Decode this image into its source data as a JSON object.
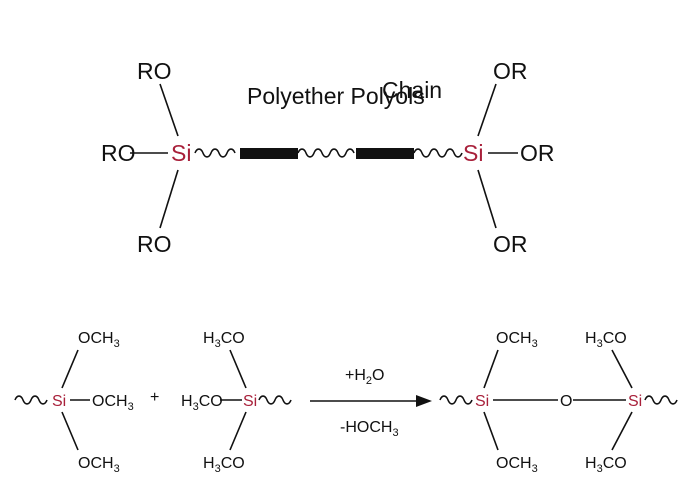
{
  "colors": {
    "silicon": "#a8203a",
    "ink": "#111111",
    "background": "#ffffff"
  },
  "top": {
    "chain_label": "Polyether Polyols",
    "chain_label_2": "Chain",
    "silicon": "Si",
    "left_groups": {
      "top": "RO",
      "side": "RO",
      "bottom": "RO"
    },
    "right_groups": {
      "top": "OR",
      "side": "OR",
      "bottom": "OR"
    }
  },
  "reaction": {
    "silicon": "Si",
    "plus": "+",
    "reagent_1": {
      "top": "OCH3",
      "right": "OCH3",
      "bottom": "OCH3"
    },
    "reagent_2": {
      "top": "H3CO",
      "left": "H3CO",
      "bottom": "H3CO"
    },
    "arrow_above": "+H2O",
    "arrow_below": "-HOCH3",
    "product": {
      "bridge": "O",
      "left_top": "OCH3",
      "left_bottom": "OCH3",
      "right_top": "H3CO",
      "right_bottom": "H3CO"
    }
  },
  "render": {
    "formula_parts": {
      "och3": [
        "OCH",
        "3"
      ],
      "h3co": [
        "H",
        "3",
        "CO"
      ],
      "h2o": [
        "+H",
        "2",
        "O"
      ],
      "hoch3": [
        "-HOCH",
        "3"
      ]
    }
  }
}
